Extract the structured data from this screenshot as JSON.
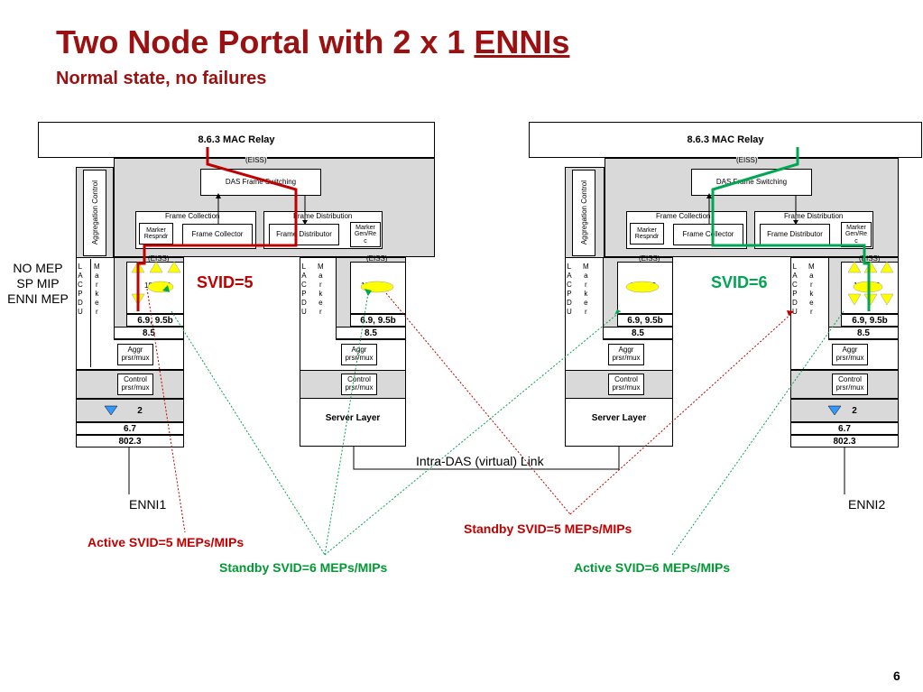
{
  "title": {
    "main": "Two Node Portal with 2 x 1 ",
    "underlined": "ENNIs",
    "subtitle": "Normal state, no failures"
  },
  "mac_relay": "8.6.3 MAC Relay",
  "eiss": "(EISS)",
  "das_frame_switching": "DAS Frame Switching",
  "aggregation_control": "Aggregation Control",
  "frame_collection": "Frame Collection",
  "frame_distribution": "Frame Distribution",
  "marker_respndr": "Marker\nRespndr",
  "frame_collector": "Frame Collector",
  "frame_distributor": "Frame Distributor",
  "marker_genrec": "Marker\nGen/Re\nc",
  "lacpdu": "L\nA\nC\nP\nD\nU",
  "marker": "M\na\nr\nk\ne\nr",
  "clause": "19.2.3/5",
  "c69": "6.9, 9.5b",
  "c85": "8.5",
  "aggr_mux": "Aggr\nprsr/mux",
  "control_mux": "Control\nprsr/mux",
  "c2": "2",
  "c67": "6.7",
  "c8023": "802.3",
  "server_layer": "Server Layer",
  "intra_das": "Intra-DAS (virtual) Link",
  "enni1": "ENNI1",
  "enni2": "ENNI2",
  "svid5": "SVID=5",
  "svid6": "SVID=6",
  "left_notes": {
    "l1": "NO MEP",
    "l2": "SP MIP",
    "l3": "ENNI MEP"
  },
  "active5": "Active SVID=5 MEPs/MIPs",
  "standby6": "Standby SVID=6 MEPs/MIPs",
  "standby5": "Standby SVID=5 MEPs/MIPs",
  "active6": "Active SVID=6 MEPs/MIPs",
  "page_number": "6",
  "colors": {
    "red": "#c00000",
    "green": "#00a651",
    "title": "#9b1111",
    "yellow": "#ffff00"
  }
}
